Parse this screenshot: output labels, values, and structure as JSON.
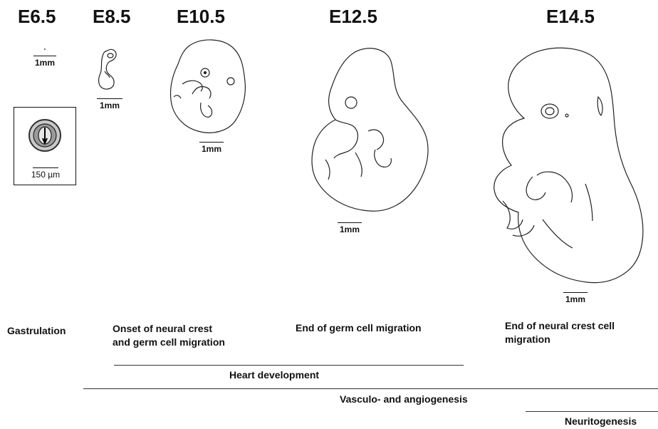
{
  "stages": [
    "E6.5",
    "E8.5",
    "E10.5",
    "E12.5",
    "E14.5"
  ],
  "scale_bars": {
    "e65": "1mm",
    "e85": "1mm",
    "e105": "1mm",
    "e125": "1mm",
    "e145": "1mm",
    "inset": "150 µm"
  },
  "events": {
    "gastrulation": "Gastrulation",
    "onset_line1": "Onset of neural crest",
    "onset_line2": "and germ cell migration",
    "end_germ": "End of germ cell migration",
    "end_crest_line1": "End of neural crest cell",
    "end_crest_line2": "migration"
  },
  "timelines": {
    "heart": "Heart development",
    "vasculo": "Vasculo- and angiogenesis",
    "neuro": "Neuritogenesis"
  }
}
